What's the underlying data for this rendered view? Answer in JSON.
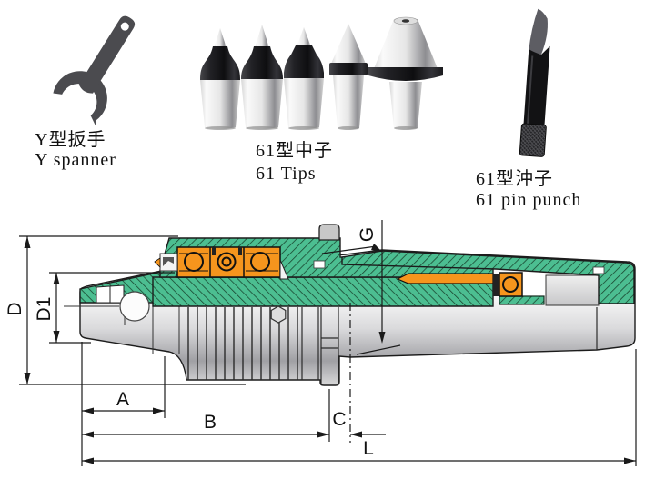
{
  "accessories": {
    "spanner": {
      "label_zh": "Y型扳手",
      "label_en": "Y spanner"
    },
    "tips": {
      "label_zh": "61型中子",
      "label_en": "61 Tips",
      "count": 5
    },
    "pin_punch": {
      "label_zh": "61型沖子",
      "label_en": "61 pin punch"
    }
  },
  "diagram": {
    "dimension_labels": {
      "D": "D",
      "D1": "D1",
      "A": "A",
      "B": "B",
      "C": "C",
      "L": "L",
      "G": "G"
    },
    "colors": {
      "section_green": "#4CBE91",
      "bearing_orange": "#F6951D",
      "hatch_line": "#17402b"
    }
  }
}
